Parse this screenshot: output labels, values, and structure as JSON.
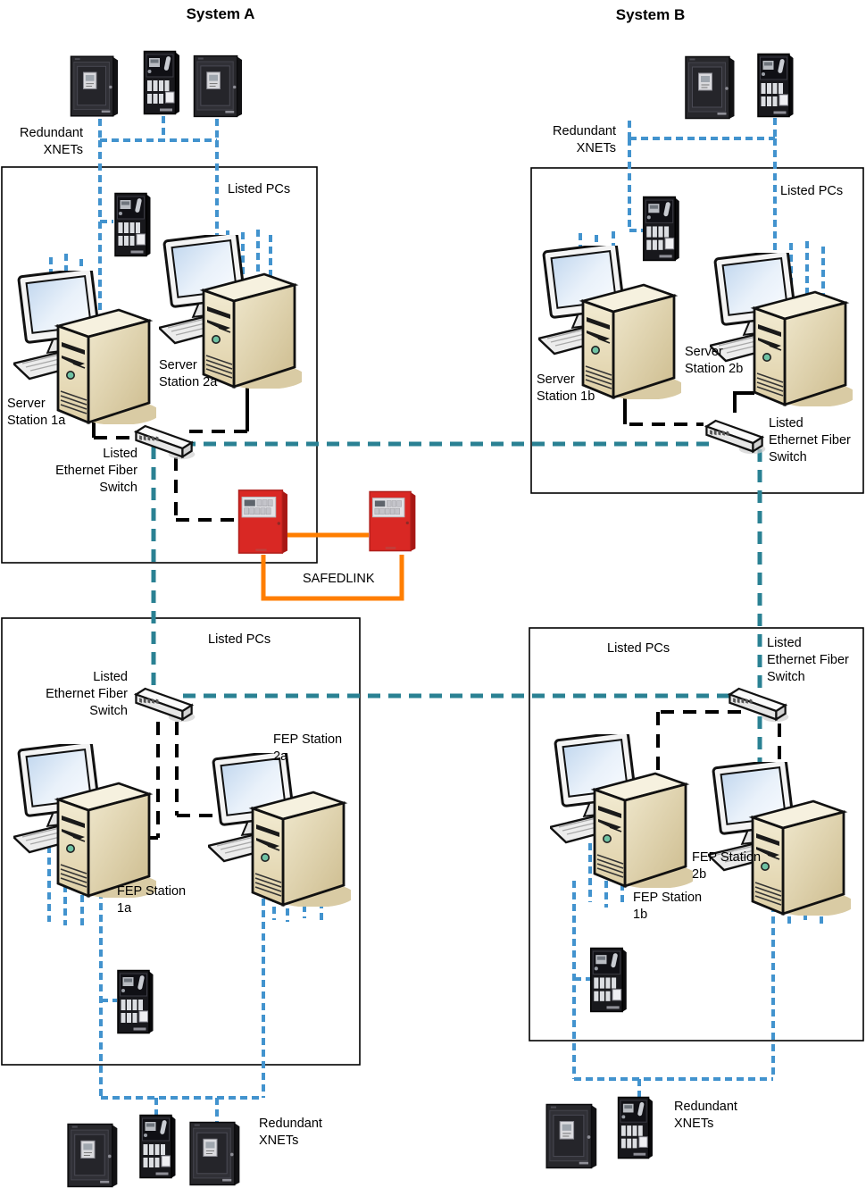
{
  "titles": {
    "system_a": "System A",
    "system_b": "System B"
  },
  "shared_labels": {
    "redundant_xnets": "Redundant XNETs",
    "listed_pcs": "Listed PCs",
    "fiber_switch": "Listed Ethernet Fiber Switch",
    "safedlink": "SAFEDLINK"
  },
  "stations": {
    "server_1a": "Server Station 1a",
    "server_2a": "Server Station 2a",
    "server_1b": "Server Station 1b",
    "server_2b": "Server Station 2b",
    "fep_1a": "FEP Station 1a",
    "fep_2a": "FEP Station 2a",
    "fep_1b": "FEP Station 1b",
    "fep_2b": "FEP Station 2b"
  },
  "colors": {
    "xnet_blue": "#4293CE",
    "fiber_teal": "#2A8193",
    "safedlink_orange": "#FF7E00",
    "line_black": "#000000"
  }
}
